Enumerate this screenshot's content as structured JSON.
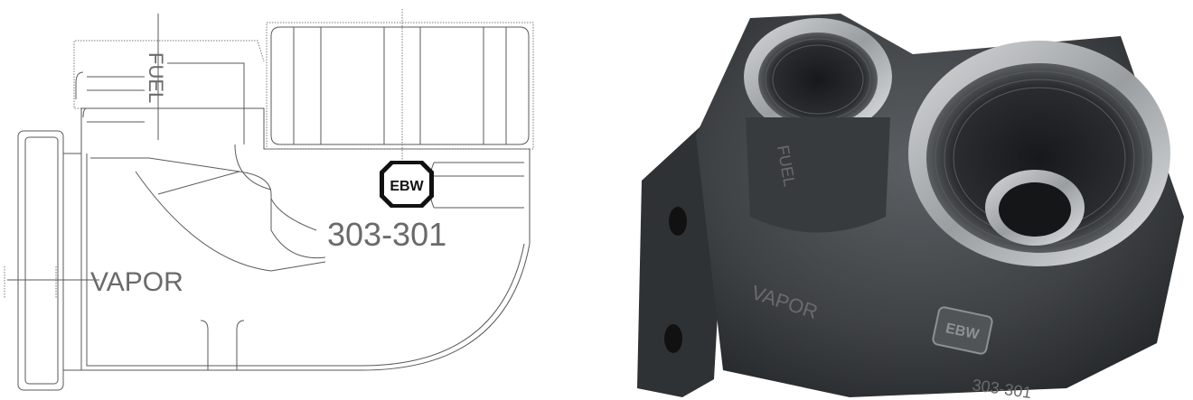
{
  "drawing": {
    "fuel_label": "FUEL",
    "vapor_label": "VAPOR",
    "part_number": "303-301",
    "logo_text": "EBW"
  },
  "photo": {
    "cast_vapor": "VAPOR",
    "cast_fuel": "FUEL",
    "cast_part": "303-301",
    "logo_text": "EBW"
  },
  "colors": {
    "line": "#5a5a5a",
    "metal_dark": "#3f4245",
    "metal_light": "#a9adb0"
  }
}
